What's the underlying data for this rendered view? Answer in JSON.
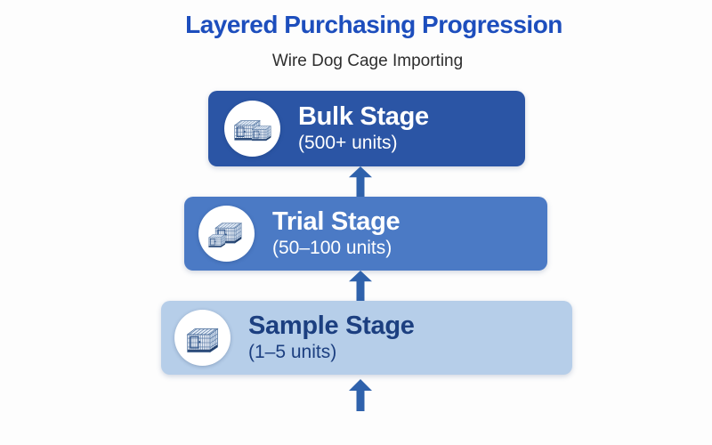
{
  "header": {
    "title": "Layered Purchasing Progression",
    "subtitle": "Wire Dog Cage Importing"
  },
  "colors": {
    "background": "#fdfdfd",
    "title": "#1d4ebd",
    "subtitle": "#2e2e2e"
  },
  "arrows": {
    "direction": "up",
    "count": 3,
    "color": "#2f62ac"
  },
  "stages": [
    {
      "name": "Bulk Stage",
      "units": "(500+ units)",
      "color": "#2b55a5",
      "text_color": "#ffffff",
      "icon": "wire-dog-cage-photo",
      "cages_shown": 2
    },
    {
      "name": "Trial Stage",
      "units": "(50–100 units)",
      "color": "#4b7ac5",
      "text_color": "#ffffff",
      "icon": "wire-dog-cage-photo",
      "cages_shown": 2
    },
    {
      "name": "Sample Stage",
      "units": "(1–5 units)",
      "color": "#b6cee9",
      "text_color": "#1c3f80",
      "icon": "wire-dog-cage-photo",
      "cages_shown": 1
    }
  ]
}
